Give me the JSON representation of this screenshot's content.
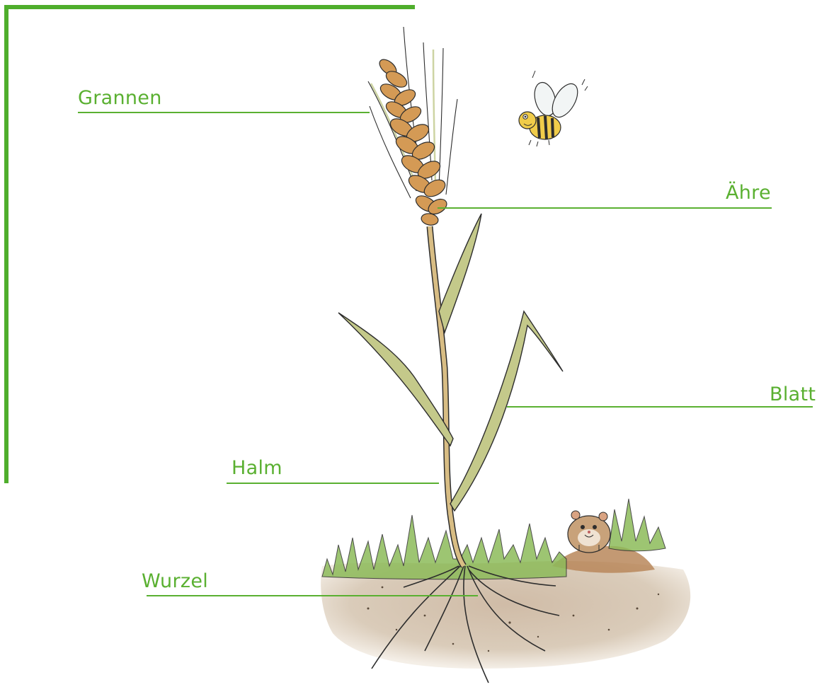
{
  "labels": {
    "grannen": "Grannen",
    "aehre": "Ähre",
    "blatt": "Blatt",
    "halm": "Halm",
    "wurzel": "Wurzel"
  },
  "colors": {
    "accent": "#5ab031",
    "frame": "#4fae2c",
    "stem": "#c9ab74",
    "leaf": "#b9c27d",
    "grain": "#c8924a",
    "grass": "#8dbb5a",
    "soil": "#c7b29c"
  },
  "icons": [
    "wheat-plant-illustration",
    "bee-icon",
    "hamster-icon"
  ]
}
